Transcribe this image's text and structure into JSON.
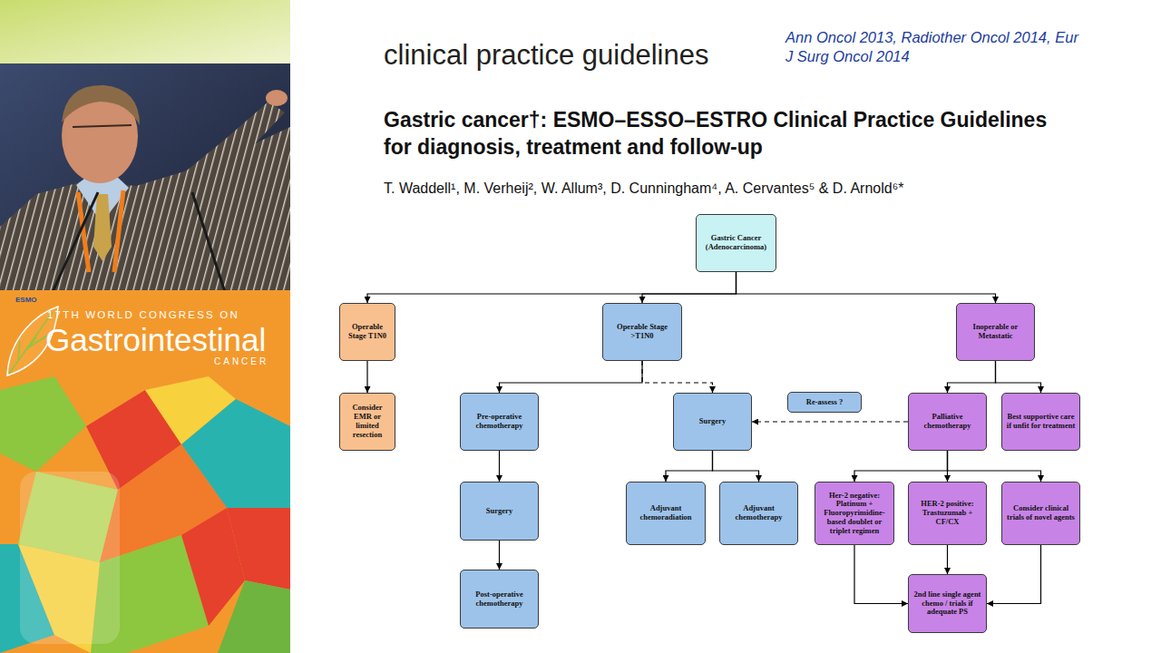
{
  "diagram": {
    "title": "Gastric cancer†: ESMO–ESSO–ESTRO Clinical Practice Guidelines for diagnosis, treatment and follow-up",
    "nodes": [
      {
        "text": [
          "Gastric Cancer (Adenocarcinoma)"
        ]
      },
      {
        "text": [
          "Operable Stage T1N0"
        ]
      },
      {
        "text": [
          "Operable Stage >T1N0"
        ]
      },
      {
        "text": [
          "Inoperable or Metastatic"
        ]
      },
      {
        "text": [
          "Consider EMR or limited resection"
        ]
      },
      {
        "text": [
          "Pre-operative chemotherapy"
        ]
      },
      {
        "text": [
          "Surgery"
        ]
      },
      {
        "text": [
          "Re-assess ?"
        ]
      },
      {
        "text": [
          "Palliative chemotherapy"
        ]
      },
      {
        "text": [
          "Best supportive care if unfit for treatment"
        ]
      },
      {
        "text": [
          "Surgery"
        ]
      },
      {
        "text": [
          "Adjuvant chemoradiation"
        ]
      },
      {
        "text": [
          "Adjuvant chemotherapy"
        ]
      },
      {
        "text": [
          "Her-2 negative: Platinum + Fluoropyrimidine-based doublet or triplet regimen"
        ]
      },
      {
        "text": [
          "HER-2 positive: Trastuzumab + CF/CX"
        ]
      },
      {
        "text": [
          "Consider clinical trials of novel agents"
        ]
      },
      {
        "text": [
          "Post-operative chemotherapy"
        ]
      },
      {
        "text": [
          "2nd line single agent chemo / trials if adequate PS"
        ]
      }
    ],
    "edges": [
      {
        "from": 0,
        "to": 1,
        "arrow": "to"
      },
      {
        "from": 0,
        "to": 2,
        "arrow": "to"
      },
      {
        "from": 0,
        "to": 3,
        "arrow": "to"
      },
      {
        "from": 1,
        "to": 4,
        "arrow": "to"
      },
      {
        "from": 2,
        "to": 5,
        "arrow": "to"
      },
      {
        "from": 2,
        "to": 6,
        "arrow": "to"
      },
      {
        "from": 3,
        "to": 8,
        "arrow": "to"
      },
      {
        "from": 3,
        "to": 9,
        "arrow": "to"
      },
      {
        "from": 8,
        "to": 6,
        "arrow": "to"
      },
      {
        "from": 5,
        "to": 10,
        "arrow": "to"
      },
      {
        "from": 6,
        "to": 11,
        "arrow": "to"
      },
      {
        "from": 6,
        "to": 12,
        "arrow": "to"
      },
      {
        "from": 8,
        "to": 13,
        "arrow": "to"
      },
      {
        "from": 8,
        "to": 14,
        "arrow": "to"
      },
      {
        "from": 8,
        "to": 15,
        "arrow": "to"
      },
      {
        "from": 10,
        "to": 16,
        "arrow": "to"
      },
      {
        "from": 13,
        "to": 17,
        "arrow": "to"
      },
      {
        "from": 14,
        "to": 17,
        "arrow": "to"
      },
      {
        "from": 15,
        "to": 17,
        "arrow": "to"
      }
    ],
    "labels": [
      "clinical practice guidelines",
      "Ann Oncol 2013, Radiother Oncol 2014, Eur J Surg Oncol 2014",
      "T. Waddell¹, M. Verheij², W. Allum³, D. Cunningham⁴, A. Cervantes⁵ & D. Arnold⁶*",
      "ESMO",
      "17TH WORLD CONGRESS ON",
      "Gastrointestinal",
      "CANCER"
    ]
  }
}
